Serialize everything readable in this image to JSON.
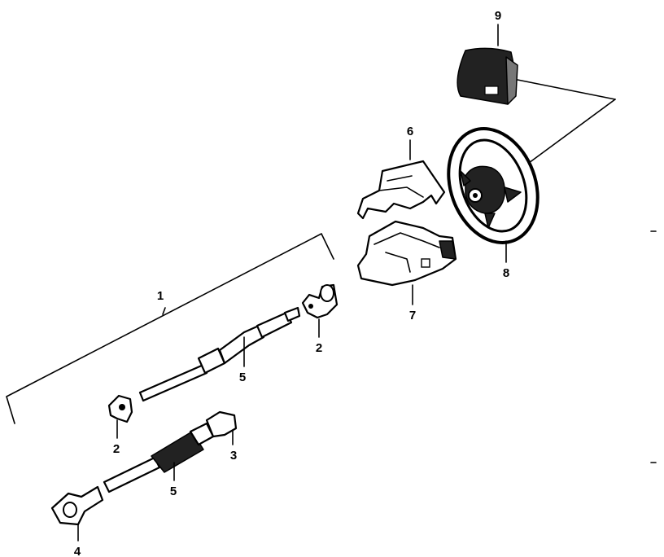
{
  "callouts": {
    "c1": "1",
    "c2a": "2",
    "c2b": "2",
    "c3": "3",
    "c4": "4",
    "c5a": "5",
    "c5b": "5",
    "c6": "6",
    "c7": "7",
    "c8": "8",
    "c9": "9"
  }
}
